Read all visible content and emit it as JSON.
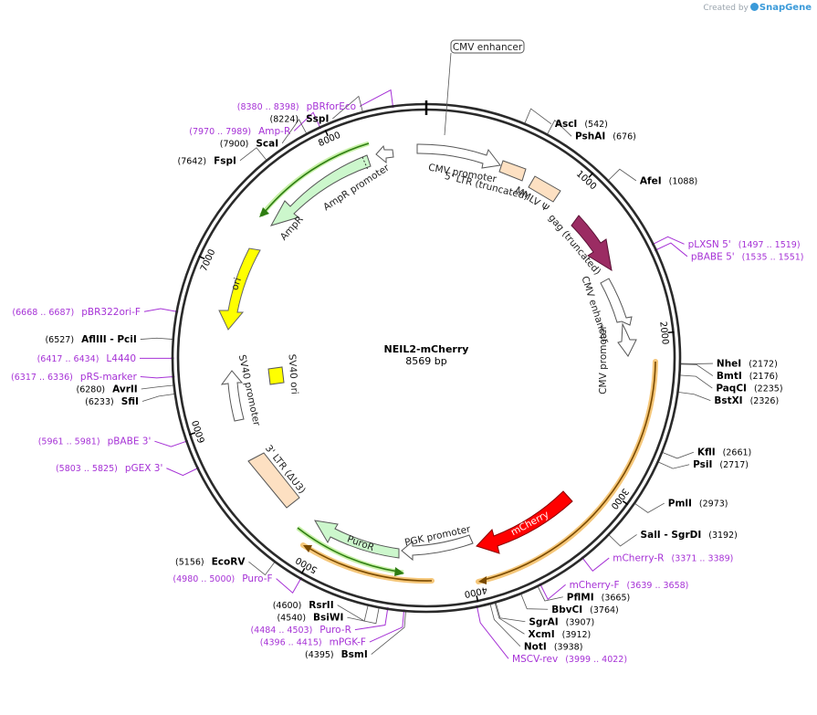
{
  "brand": {
    "created_by": "Created by",
    "app": "SnapGene"
  },
  "plasmid": {
    "name": "NEIL2-mCherry",
    "length_label": "8569 bp"
  },
  "colors": {
    "primer": "#a632d6",
    "mcherry": "#ff0000",
    "gag": "#9b2c63",
    "ori": "#ffff00",
    "resistance": "#ccf7cc",
    "ltr": "#fde0c2",
    "promoter": "#ffffff",
    "primer_bind_glow": "#f5c77a",
    "ring": "#2a2a2a"
  },
  "ticks": [
    {
      "label": "1000",
      "bp": 1000
    },
    {
      "label": "2000",
      "bp": 2000
    },
    {
      "label": "3000",
      "bp": 3000
    },
    {
      "label": "4000",
      "bp": 4000
    },
    {
      "label": "5000",
      "bp": 5000
    },
    {
      "label": "6000",
      "bp": 6000
    },
    {
      "label": "7000",
      "bp": 7000
    },
    {
      "label": "8000",
      "bp": 8000
    }
  ],
  "enzymes": [
    {
      "name": "AscI",
      "pos": "(542)",
      "bp": 542
    },
    {
      "name": "PshAI",
      "pos": "(676)",
      "bp": 676
    },
    {
      "name": "AfeI",
      "pos": "(1088)",
      "bp": 1088
    },
    {
      "name": "NheI",
      "pos": "(2172)",
      "bp": 2172
    },
    {
      "name": "BmtI",
      "pos": "(2176)",
      "bp": 2176
    },
    {
      "name": "PaqCI",
      "pos": "(2235)",
      "bp": 2235
    },
    {
      "name": "BstXI",
      "pos": "(2326)",
      "bp": 2326
    },
    {
      "name": "KflI",
      "pos": "(2661)",
      "bp": 2661
    },
    {
      "name": "PsiI",
      "pos": "(2717)",
      "bp": 2717
    },
    {
      "name": "PmlI",
      "pos": "(2973)",
      "bp": 2973
    },
    {
      "name": "SalI  - SgrDI",
      "pos": "(3192)",
      "bp": 3192
    },
    {
      "name": "PflMI",
      "pos": "(3665)",
      "bp": 3665
    },
    {
      "name": "BbvCI",
      "pos": "(3764)",
      "bp": 3764
    },
    {
      "name": "SgrAI",
      "pos": "(3907)",
      "bp": 3907
    },
    {
      "name": "XcmI",
      "pos": "(3912)",
      "bp": 3912
    },
    {
      "name": "NotI",
      "pos": "(3938)",
      "bp": 3938
    },
    {
      "name": "BsmI",
      "pos": "(4395)",
      "bp": 4395
    },
    {
      "name": "BsiWI",
      "pos": "(4540)",
      "bp": 4540
    },
    {
      "name": "RsrII",
      "pos": "(4600)",
      "bp": 4600
    },
    {
      "name": "EcoRV",
      "pos": "(5156)",
      "bp": 5156
    },
    {
      "name": "SfiI",
      "pos": "(6233)",
      "bp": 6233
    },
    {
      "name": "AvrII",
      "pos": "(6280)",
      "bp": 6280
    },
    {
      "name": "AflIII  - PciI",
      "pos": "(6527)",
      "bp": 6527
    },
    {
      "name": "FspI",
      "pos": "(7642)",
      "bp": 7642
    },
    {
      "name": "ScaI",
      "pos": "(7900)",
      "bp": 7900
    },
    {
      "name": "SspI",
      "pos": "(8224)",
      "bp": 8224
    }
  ],
  "primers": [
    {
      "name": "pLXSN 5'",
      "pos": "(1497 .. 1519)",
      "bp": 1508
    },
    {
      "name": "pBABE 5'",
      "pos": "(1535 .. 1551)",
      "bp": 1543
    },
    {
      "name": "mCherry-R",
      "pos": "(3371 .. 3389)",
      "bp": 3380
    },
    {
      "name": "mCherry-F",
      "pos": "(3639 .. 3658)",
      "bp": 3648
    },
    {
      "name": "MSCV-rev",
      "pos": "(3999 .. 4022)",
      "bp": 4010
    },
    {
      "name": "mPGK-F",
      "pos": "(4396 .. 4415)",
      "bp": 4405
    },
    {
      "name": "Puro-R",
      "pos": "(4484 .. 4503)",
      "bp": 4493
    },
    {
      "name": "Puro-F",
      "pos": "(4980 .. 5000)",
      "bp": 4990
    },
    {
      "name": "pGEX 3'",
      "pos": "(5803 .. 5825)",
      "bp": 5814
    },
    {
      "name": "pBABE 3'",
      "pos": "(5961 .. 5981)",
      "bp": 5971
    },
    {
      "name": "pRS-marker",
      "pos": "(6317 .. 6336)",
      "bp": 6326
    },
    {
      "name": "L4440",
      "pos": "(6417 .. 6434)",
      "bp": 6425
    },
    {
      "name": "pBR322ori-F",
      "pos": "(6668 .. 6687)",
      "bp": 6677
    },
    {
      "name": "Amp-R",
      "pos": "(7970 .. 7989)",
      "bp": 7980
    },
    {
      "name": "pBRforEco",
      "pos": "(8380 .. 8398)",
      "bp": 8389
    }
  ],
  "features": [
    {
      "name": "CMV enhancer",
      "boxed": true
    },
    {
      "name": "CMV promoter"
    },
    {
      "name": "5' LTR (truncated)"
    },
    {
      "name": "MMLV Ψ"
    },
    {
      "name": "gag (truncated)"
    },
    {
      "name": "CMV enhancer"
    },
    {
      "name": "CMV promoter"
    },
    {
      "name": "mCherry"
    },
    {
      "name": "PGK promoter"
    },
    {
      "name": "PuroR"
    },
    {
      "name": "3' LTR (ΔU3)"
    },
    {
      "name": "SV40 ori"
    },
    {
      "name": "SV40 promoter"
    },
    {
      "name": "ori"
    },
    {
      "name": "AmpR"
    },
    {
      "name": "AmpR promoter"
    }
  ]
}
